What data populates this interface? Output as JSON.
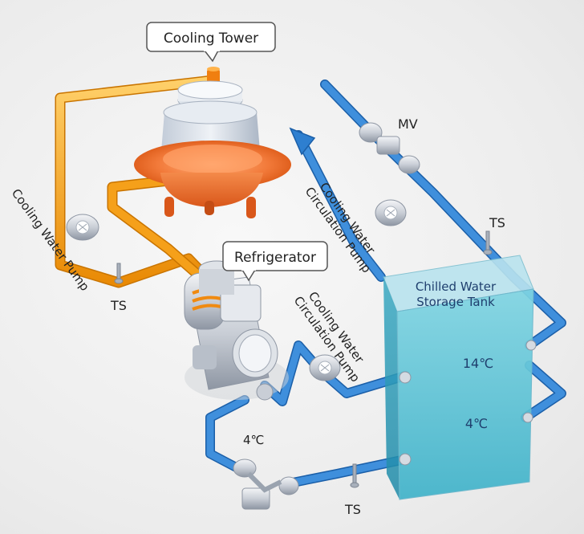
{
  "labels": {
    "cooling_tower": "Cooling Tower",
    "refrigerator": "Refrigerator",
    "cooling_water_pump": "Cooling Water Pump",
    "circ_pump_top_1": "Cooling Water",
    "circ_pump_top_2": "Circulation Pump",
    "circ_pump_mid_1": "Cooling Water",
    "circ_pump_mid_2": "Circulation Pump",
    "mv": "MV",
    "ts_left": "TS",
    "ts_right": "TS",
    "ts_bottom": "TS",
    "temp_outlet": "4℃",
    "tank_title_1": "Chilled Water",
    "tank_title_2": "Storage Tank",
    "tank_temp_top": "14℃",
    "tank_temp_bottom": "4℃"
  },
  "colors": {
    "orange_pipe": "#f5a01a",
    "blue_pipe": "#2e7fd0",
    "tank_water": "#4cc3d6",
    "background": "#ededed"
  }
}
